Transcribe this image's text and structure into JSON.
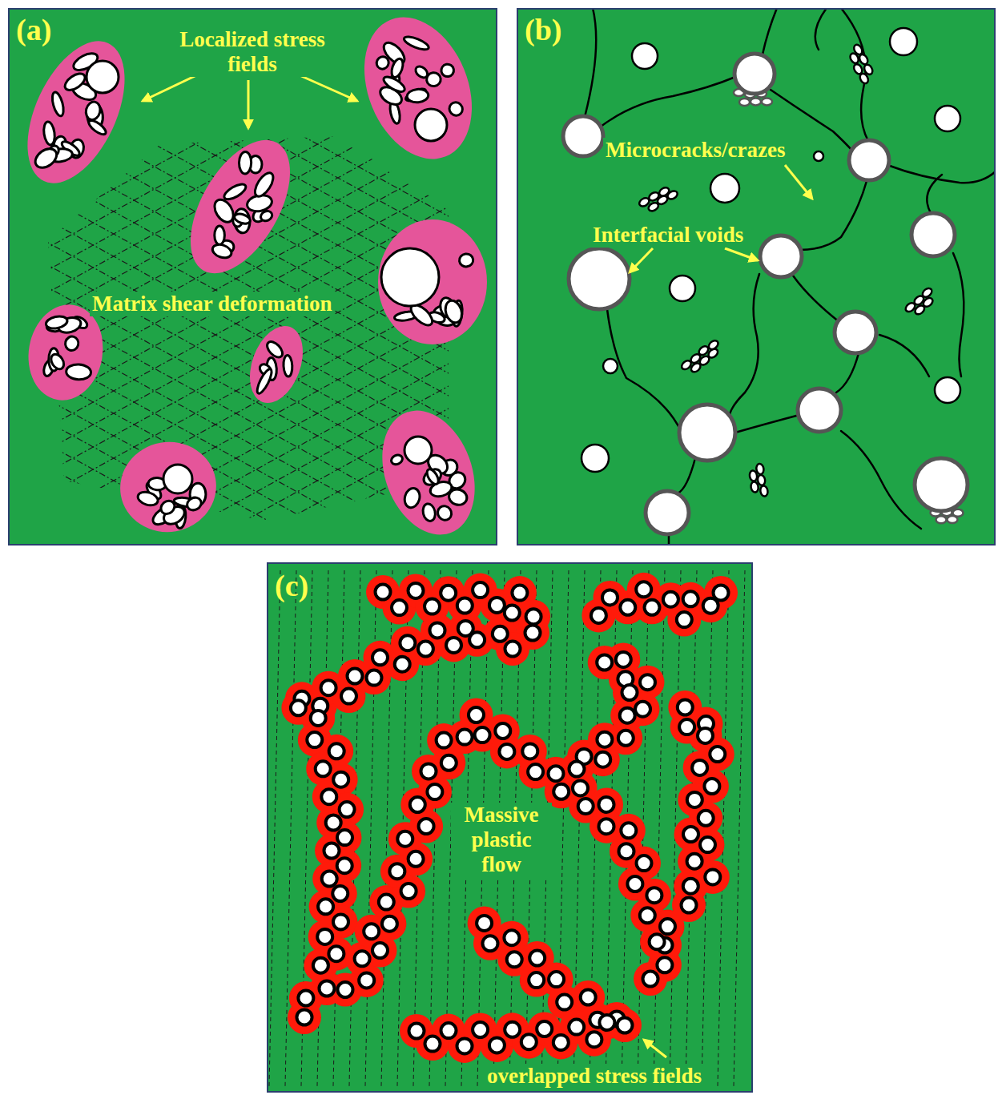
{
  "diagram": {
    "nodes": [
      {
        "text": [
          "(a)",
          "Localized stress fields",
          "Matrix shear deformation"
        ]
      },
      {
        "text": [
          "(b)",
          "Microcracks/crazes",
          "Interfacial voids"
        ]
      },
      {
        "text": [
          "(c)",
          "Massive plastic flow",
          "overlapped stress fields"
        ]
      }
    ]
  }
}
